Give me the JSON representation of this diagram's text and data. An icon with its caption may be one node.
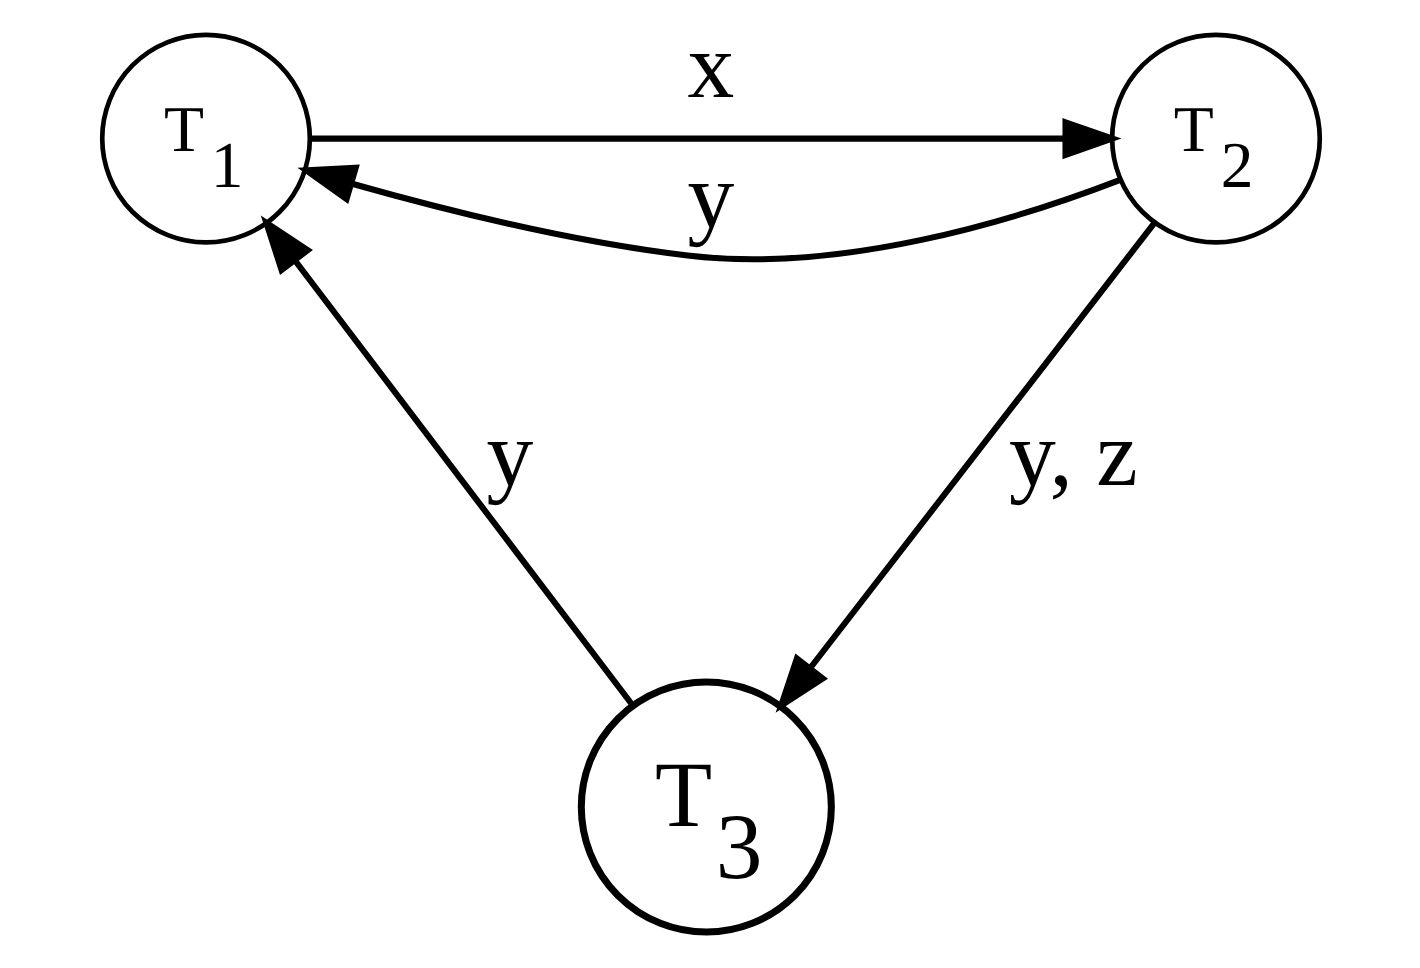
{
  "diagram": {
    "nodes": [
      {
        "text": [
          "T$_{1}$"
        ]
      },
      {
        "text": [
          "T$_{2}$"
        ]
      },
      {
        "text": [
          "T$_{3}$"
        ]
      }
    ],
    "edges": [
      {
        "from": 0,
        "to": 1,
        "arrow": "to",
        "label": "x"
      },
      {
        "from": 1,
        "to": 0,
        "arrow": "to",
        "label": "y"
      },
      {
        "from": 1,
        "to": 2,
        "arrow": "to",
        "label": "y, z"
      },
      {
        "from": 2,
        "to": 0,
        "arrow": "to",
        "label": "y"
      }
    ]
  }
}
